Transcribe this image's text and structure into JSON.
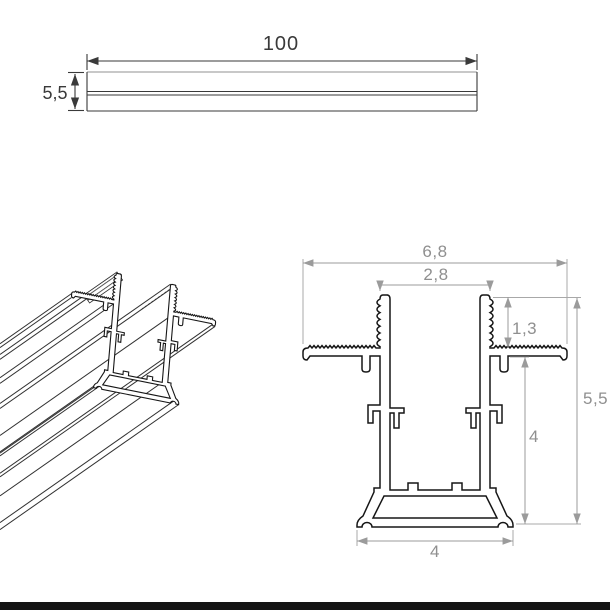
{
  "top_view": {
    "length": "100",
    "height": "5,5"
  },
  "cross_section": {
    "overall_width": "6,8",
    "slot_width": "2,8",
    "flange_height": "1,3",
    "total_height": "5,5",
    "body_height": "4",
    "base_width": "4"
  },
  "colors": {
    "outline": "#161616",
    "iso_line": "#303030",
    "dimension_line": "#9b9b9b",
    "dimension_text": "#8f8f8f",
    "top_view_text": "#3a3a3a",
    "footer_bar": "#141414"
  }
}
